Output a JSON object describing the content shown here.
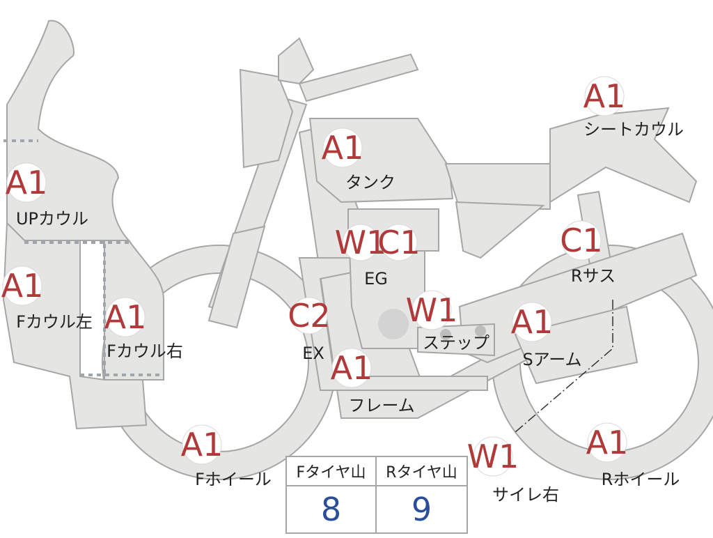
{
  "labels": {
    "up_cowl": {
      "code": "A1",
      "name": "UPカウル"
    },
    "f_cowl_left": {
      "code": "A1",
      "name": "Fカウル左"
    },
    "f_cowl_right": {
      "code": "A1",
      "name": "Fカウル右"
    },
    "tank": {
      "code": "A1",
      "name": "タンク"
    },
    "engine": {
      "codes": [
        "W1",
        "C1"
      ],
      "name": "EG"
    },
    "exhaust": {
      "code": "C2",
      "name": "EX"
    },
    "step": {
      "code": "W1",
      "name": "ステップ"
    },
    "frame": {
      "code": "A1",
      "name": "フレーム"
    },
    "f_wheel": {
      "code": "A1",
      "name": "Fホイール"
    },
    "seat_cowl": {
      "code": "A1",
      "name": "シートカウル"
    },
    "r_suspension": {
      "code": "C1",
      "name": "Rサス"
    },
    "swing_arm": {
      "code": "A1",
      "name": "Sアーム"
    },
    "muffler_right": {
      "code": "W1",
      "name": "サイレ右"
    },
    "r_wheel": {
      "code": "A1",
      "name": "Rホイール"
    }
  },
  "tire_table": {
    "headers": [
      "Fタイヤ山",
      "Rタイヤ山"
    ],
    "values": [
      "8",
      "9"
    ]
  },
  "colors": {
    "part_fill": "#e5e5e3",
    "outline": "#a6a6a6",
    "grade_text": "#b0393a",
    "tire_value_text": "#2a4d9c"
  }
}
